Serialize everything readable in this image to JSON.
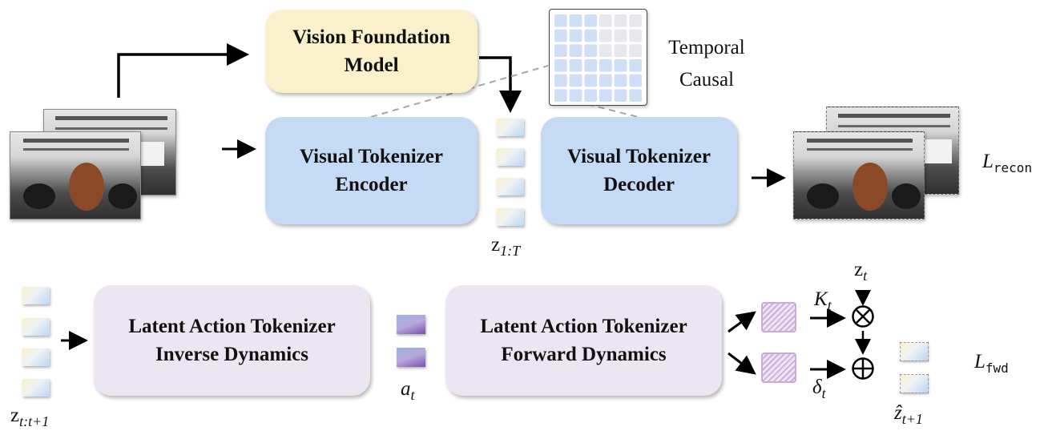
{
  "boxes": {
    "vfm": [
      "Vision Foundation",
      "Model"
    ],
    "encoder": [
      "Visual Tokenizer",
      "Encoder"
    ],
    "decoder": [
      "Visual Tokenizer",
      "Decoder"
    ],
    "inverse": [
      "Latent Action Tokenizer",
      "Inverse Dynamics"
    ],
    "forward": [
      "Latent Action Tokenizer",
      "Forward Dynamics"
    ]
  },
  "mask": {
    "caption": [
      "Temporal",
      "Causal"
    ]
  },
  "labels": {
    "z_seq": {
      "base": "z",
      "sub": "1:T"
    },
    "z_pair": {
      "base": "z",
      "sub": "t:t+1"
    },
    "action": {
      "base": "a",
      "sub": "t"
    },
    "z_t": {
      "base": "z",
      "sub": "t"
    },
    "K_t": {
      "base": "K",
      "sub": "t"
    },
    "delta_t": {
      "base": "δ",
      "sub": "t"
    },
    "z_hat": {
      "base": "ẑ",
      "sub": "t+1"
    },
    "L_recon": {
      "base": "L",
      "sub": "recon"
    },
    "L_fwd": {
      "base": "L",
      "sub": "fwd"
    }
  },
  "colors": {
    "vfm": "#fbf0cc",
    "visual_tokenizer": "#c5daf5",
    "latent_action": "#ece6f2",
    "action_token": "#8a6cc4",
    "hatch": "#c9b1d9"
  }
}
